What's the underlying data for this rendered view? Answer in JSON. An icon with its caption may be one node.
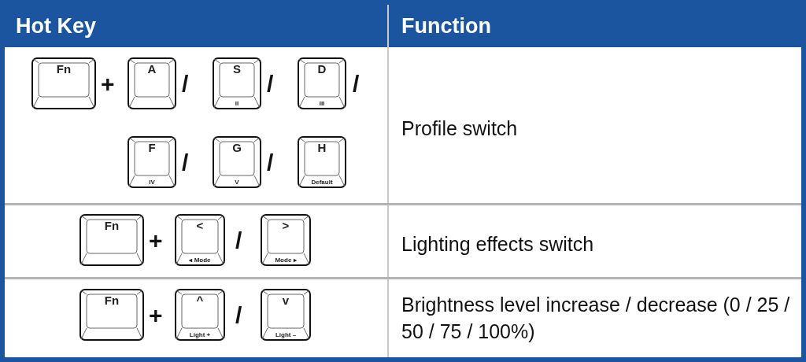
{
  "diagram": {
    "nodes": [
      {
        "text": [
          "Fn"
        ]
      },
      {
        "text": [
          "A"
        ]
      },
      {
        "text": [
          "S",
          "II"
        ]
      },
      {
        "text": [
          "D",
          "III"
        ]
      },
      {
        "text": [
          "F",
          "IV"
        ]
      },
      {
        "text": [
          "G",
          "V"
        ]
      },
      {
        "text": [
          "H",
          "Default"
        ]
      },
      {
        "text": [
          "Fn"
        ]
      },
      {
        "text": [
          "<",
          "◂ Mode"
        ]
      },
      {
        "text": [
          ">",
          "Mode ▸"
        ]
      },
      {
        "text": [
          "Fn"
        ]
      },
      {
        "text": [
          "^",
          "Light +"
        ]
      },
      {
        "text": [
          "v",
          "Light –"
        ]
      }
    ],
    "edges": [],
    "labels": [
      "Hot Key",
      "Function",
      "+",
      "/",
      "/",
      "/",
      "/",
      "/",
      "Profile switch",
      "+",
      "/",
      "Lighting effects switch",
      "+",
      "/",
      "Brightness level increase / decrease (0 / 25 / 50 / 75 / 100%)"
    ]
  }
}
